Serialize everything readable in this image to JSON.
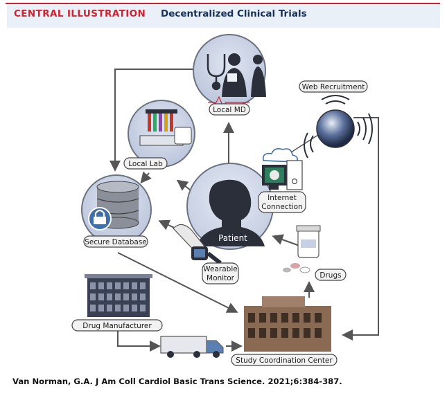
{
  "header": {
    "label": "CENTRAL ILLUSTRATION",
    "title": "Decentralized Clinical Trials"
  },
  "nodes": {
    "local_md": "Local MD",
    "local_lab": "Local Lab",
    "secure_database": "Secure Database",
    "patient": "Patient",
    "internet_connection_line1": "Internet",
    "internet_connection_line2": "Connection",
    "web_recruitment": "Web Recruitment",
    "wearable_monitor_line1": "Wearable",
    "wearable_monitor_line2": "Monitor",
    "drugs": "Drugs",
    "drug_manufacturer": "Drug Manufacturer",
    "study_coordination_center": "Study Coordination Center"
  },
  "colors": {
    "accent_red": "#d0222f",
    "title_navy": "#17305c",
    "header_bg": "#e9f0f8",
    "node_fill": "#c7cfe3",
    "node_stroke": "#6b7280",
    "arrow": "#555555",
    "pill_fill": "#f2f2f2"
  },
  "icons": [
    "stethoscope-icon",
    "doctor-icon",
    "test-tubes-icon",
    "database-icon",
    "lock-icon",
    "patient-silhouette-icon",
    "computer-icon",
    "globe-icon",
    "wifi-signal-icon",
    "watch-icon",
    "pill-bottle-icon",
    "building-icon",
    "truck-icon"
  ],
  "citation": "Van Norman, G.A. J Am Coll Cardiol Basic Trans Science. 2021;6:384-387."
}
